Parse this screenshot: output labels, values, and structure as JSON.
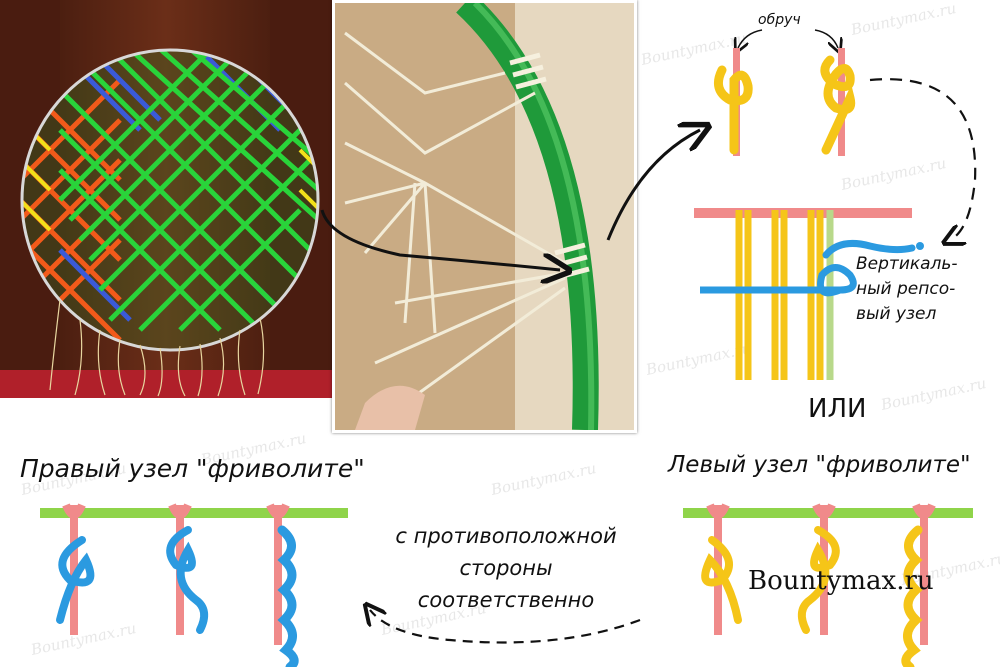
{
  "labels": {
    "hoop": "обруч",
    "vertical_knot_line1": "Вертикаль-",
    "vertical_knot_line2": "ный репсо-",
    "vertical_knot_line3": "вый узел",
    "or": "ИЛИ",
    "right_knot": "Правый узел \"фриволите\"",
    "left_knot": "Левый узел \"фриволите\"",
    "opposite_line1": "с противоположной",
    "opposite_line2": "стороны",
    "opposite_line3": "соответственно"
  },
  "brand": "Bountymax.ru",
  "watermark": "Bountymax.ru",
  "colors": {
    "pink_cord": "#f08a8a",
    "yellow_cord": "#f5c518",
    "blue_cord": "#2b9ae0",
    "green_bar": "#8fd44a",
    "lightgreen_cord": "#b8d98a"
  }
}
